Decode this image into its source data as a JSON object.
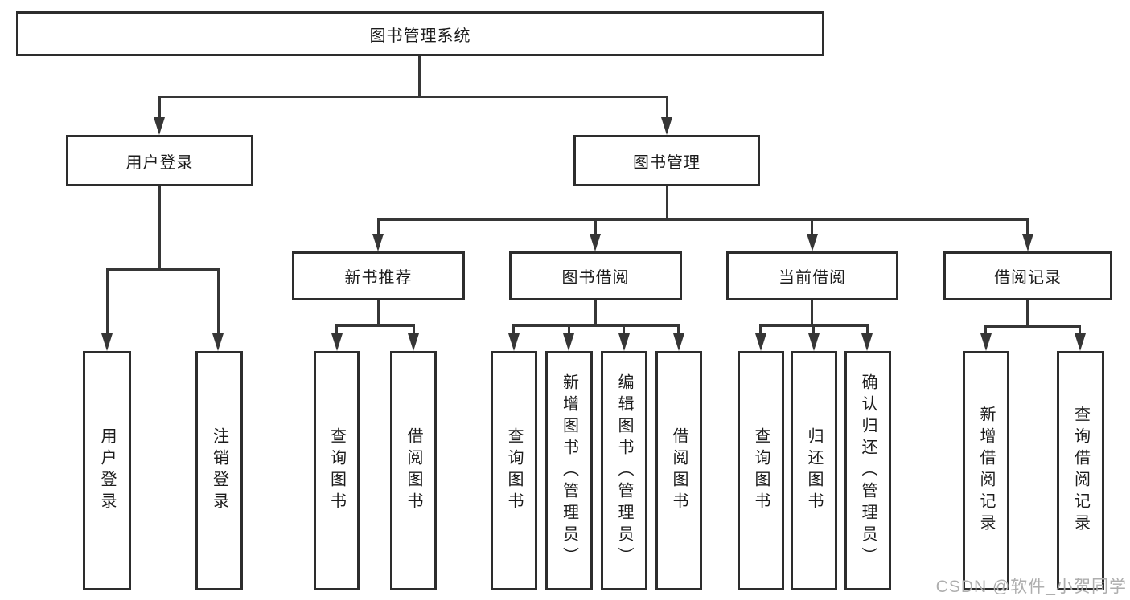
{
  "tree": {
    "root": "图书管理系统",
    "branches": [
      {
        "label": "用户登录",
        "children": [
          {
            "label": "用户登录"
          },
          {
            "label": "注销登录"
          }
        ]
      },
      {
        "label": "图书管理",
        "children": [
          {
            "label": "新书推荐",
            "children": [
              {
                "label": "查询图书"
              },
              {
                "label": "借阅图书"
              }
            ]
          },
          {
            "label": "图书借阅",
            "children": [
              {
                "label": "查询图书"
              },
              {
                "label": "新增图书（管理员）"
              },
              {
                "label": "编辑图书（管理员）"
              },
              {
                "label": "借阅图书"
              }
            ]
          },
          {
            "label": "当前借阅",
            "children": [
              {
                "label": "查询图书"
              },
              {
                "label": "归还图书"
              },
              {
                "label": "确认归还（管理员）"
              }
            ]
          },
          {
            "label": "借阅记录",
            "children": [
              {
                "label": "新增借阅记录"
              },
              {
                "label": "查询借阅记录"
              }
            ]
          }
        ]
      }
    ]
  },
  "watermark": {
    "text": "CSDN @软件_小贺同学"
  },
  "colors": {
    "line": "#363636",
    "box_border": "#2d2d2d",
    "text": "#1c1c1c",
    "watermark": "#aeaeae",
    "background": "#ffffff"
  }
}
